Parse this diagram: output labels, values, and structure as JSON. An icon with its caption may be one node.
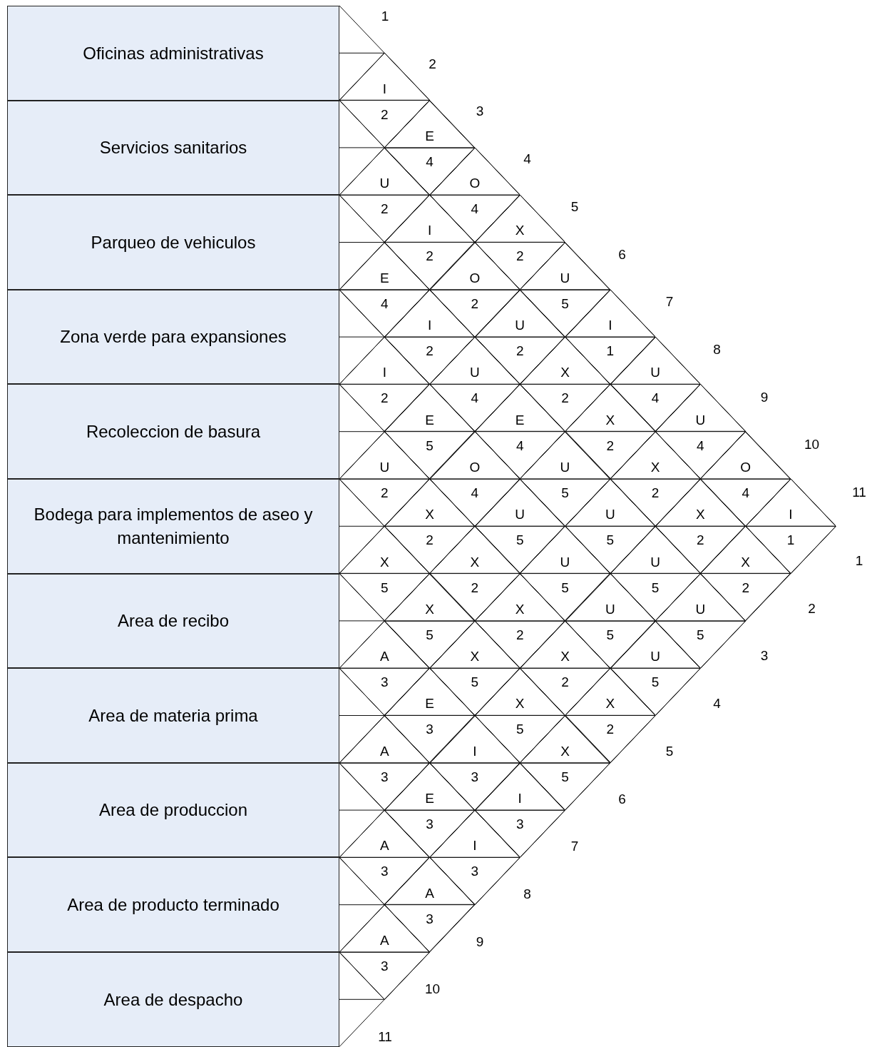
{
  "diagram": {
    "nodes": [
      {
        "text": [
          "Oficinas administrativas"
        ]
      },
      {
        "text": [
          "Servicios sanitarios"
        ]
      },
      {
        "text": [
          "Parqueo de vehiculos"
        ]
      },
      {
        "text": [
          "Zona verde para expansiones"
        ]
      },
      {
        "text": [
          "Recoleccion de basura"
        ]
      },
      {
        "text": [
          "Bodega para implementos de aseo y mantenimiento"
        ]
      },
      {
        "text": [
          "Area de recibo"
        ]
      },
      {
        "text": [
          "Area de materia prima"
        ]
      },
      {
        "text": [
          "Area de produccion"
        ]
      },
      {
        "text": [
          "Area de producto terminado"
        ]
      },
      {
        "text": [
          "Area de despacho"
        ]
      },
      {
        "text": [
          "I",
          "2"
        ]
      },
      {
        "text": [
          "E",
          "4"
        ]
      },
      {
        "text": [
          "O",
          "4"
        ]
      },
      {
        "text": [
          "X",
          "2"
        ]
      },
      {
        "text": [
          "U",
          "5"
        ]
      },
      {
        "text": [
          "I",
          "1"
        ]
      },
      {
        "text": [
          "U",
          "4"
        ]
      },
      {
        "text": [
          "U",
          "4"
        ]
      },
      {
        "text": [
          "O",
          "4"
        ]
      },
      {
        "text": [
          "I",
          "1"
        ]
      },
      {
        "text": [
          "U",
          "2"
        ]
      },
      {
        "text": [
          "I",
          "2"
        ]
      },
      {
        "text": [
          "O",
          "2"
        ]
      },
      {
        "text": [
          "U",
          "2"
        ]
      },
      {
        "text": [
          "X",
          "2"
        ]
      },
      {
        "text": [
          "X",
          "2"
        ]
      },
      {
        "text": [
          "X",
          "2"
        ]
      },
      {
        "text": [
          "X",
          "2"
        ]
      },
      {
        "text": [
          "X",
          "2"
        ]
      },
      {
        "text": [
          "E",
          "4"
        ]
      },
      {
        "text": [
          "I",
          "2"
        ]
      },
      {
        "text": [
          "U",
          "4"
        ]
      },
      {
        "text": [
          "E",
          "4"
        ]
      },
      {
        "text": [
          "U",
          "5"
        ]
      },
      {
        "text": [
          "U",
          "5"
        ]
      },
      {
        "text": [
          "U",
          "5"
        ]
      },
      {
        "text": [
          "U",
          "5"
        ]
      },
      {
        "text": [
          "I",
          "2"
        ]
      },
      {
        "text": [
          "E",
          "5"
        ]
      },
      {
        "text": [
          "O",
          "4"
        ]
      },
      {
        "text": [
          "U",
          "5"
        ]
      },
      {
        "text": [
          "U",
          "5"
        ]
      },
      {
        "text": [
          "U",
          "5"
        ]
      },
      {
        "text": [
          "U",
          "5"
        ]
      },
      {
        "text": [
          "U",
          "2"
        ]
      },
      {
        "text": [
          "X",
          "2"
        ]
      },
      {
        "text": [
          "X",
          "2"
        ]
      },
      {
        "text": [
          "X",
          "2"
        ]
      },
      {
        "text": [
          "X",
          "2"
        ]
      },
      {
        "text": [
          "X",
          "2"
        ]
      },
      {
        "text": [
          "X",
          "5"
        ]
      },
      {
        "text": [
          "X",
          "5"
        ]
      },
      {
        "text": [
          "X",
          "5"
        ]
      },
      {
        "text": [
          "X",
          "5"
        ]
      },
      {
        "text": [
          "X",
          "5"
        ]
      },
      {
        "text": [
          "A",
          "3"
        ]
      },
      {
        "text": [
          "E",
          "3"
        ]
      },
      {
        "text": [
          "I",
          "3"
        ]
      },
      {
        "text": [
          "I",
          "3"
        ]
      },
      {
        "text": [
          "A",
          "3"
        ]
      },
      {
        "text": [
          "E",
          "3"
        ]
      },
      {
        "text": [
          "I",
          "3"
        ]
      },
      {
        "text": [
          "A",
          "3"
        ]
      },
      {
        "text": [
          "A",
          "3"
        ]
      },
      {
        "text": [
          "A",
          "3"
        ]
      }
    ],
    "labels": [
      "1",
      "2",
      "3",
      "4",
      "5",
      "6",
      "7",
      "8",
      "9",
      "10",
      "11",
      "1",
      "2",
      "3",
      "4",
      "5",
      "6",
      "7",
      "8",
      "9",
      "10",
      "11"
    ]
  }
}
